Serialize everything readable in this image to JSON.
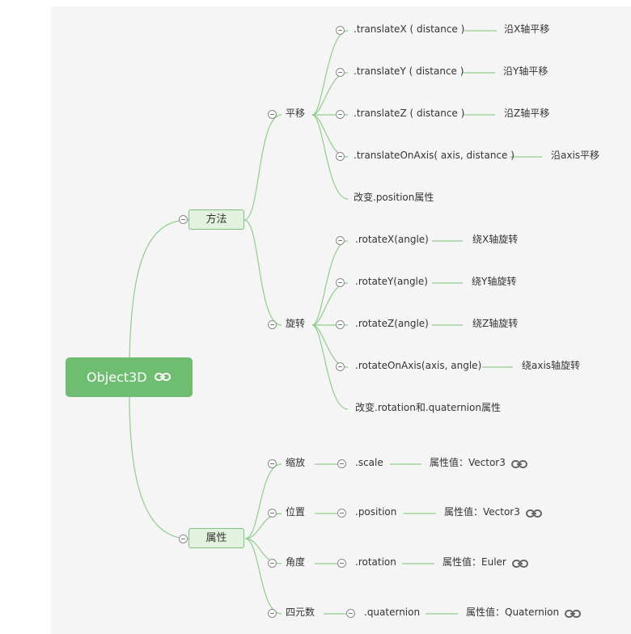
{
  "root": {
    "label": "Object3D",
    "icon": "link-icon"
  },
  "methods": {
    "label": "方法",
    "translate": {
      "label": "平移",
      "items": [
        {
          "text": ".translateX ( distance )",
          "note": "沿X轴平移"
        },
        {
          "text": ".translateY ( distance )",
          "note": "沿Y轴平移"
        },
        {
          "text": ".translateZ ( distance )",
          "note": "沿Z轴平移"
        },
        {
          "text": ".translateOnAxis( axis, distance )",
          "note": "沿axis平移"
        }
      ],
      "tail": "改变.position属性"
    },
    "rotate": {
      "label": "旋转",
      "items": [
        {
          "text": ".rotateX(angle)",
          "note": "绕X轴旋转"
        },
        {
          "text": ".rotateY(angle)",
          "note": "绕Y轴旋转"
        },
        {
          "text": ".rotateZ(angle)",
          "note": "绕Z轴旋转"
        },
        {
          "text": ".rotateOnAxis(axis, angle)",
          "note": "绕axis轴旋转"
        }
      ],
      "tail": "改变.rotation和.quaternion属性"
    }
  },
  "properties": {
    "label": "属性",
    "items": [
      {
        "label": "缩放",
        "prop": ".scale",
        "value": "属性值：Vector3"
      },
      {
        "label": "位置",
        "prop": ".position",
        "value": "属性值：Vector3"
      },
      {
        "label": "角度",
        "prop": ".rotation",
        "value": "属性值：Euler"
      },
      {
        "label": "四元数",
        "prop": ".quaternion",
        "value": "属性值：Quaternion"
      }
    ]
  },
  "colors": {
    "branch_line": "#8fce8c",
    "root_fill": "#6fbd70",
    "topic_fill": "#e3f2df",
    "topic_border": "#7fc17e",
    "canvas": "#f5f5f5"
  }
}
